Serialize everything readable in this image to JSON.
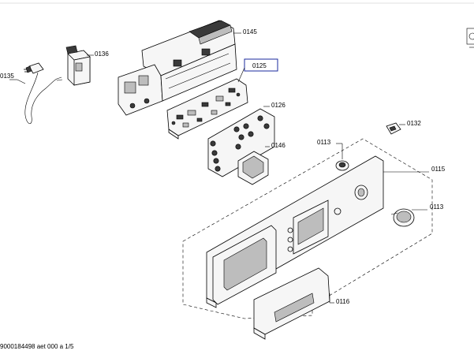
{
  "diagram": {
    "callouts": {
      "c0135": "0135",
      "c0136": "0136",
      "c0145": "0145",
      "c0125": "0125",
      "c0126": "0126",
      "c0146": "0146",
      "c0132": "0132",
      "c0113a": "0113",
      "c0115": "0115",
      "c0113b": "0113",
      "c0116": "0116"
    },
    "highlighted_callout": "0125",
    "highlight_color": "#1a2a9c",
    "document_reference": "9000184498 aet 000 a 1/5"
  }
}
